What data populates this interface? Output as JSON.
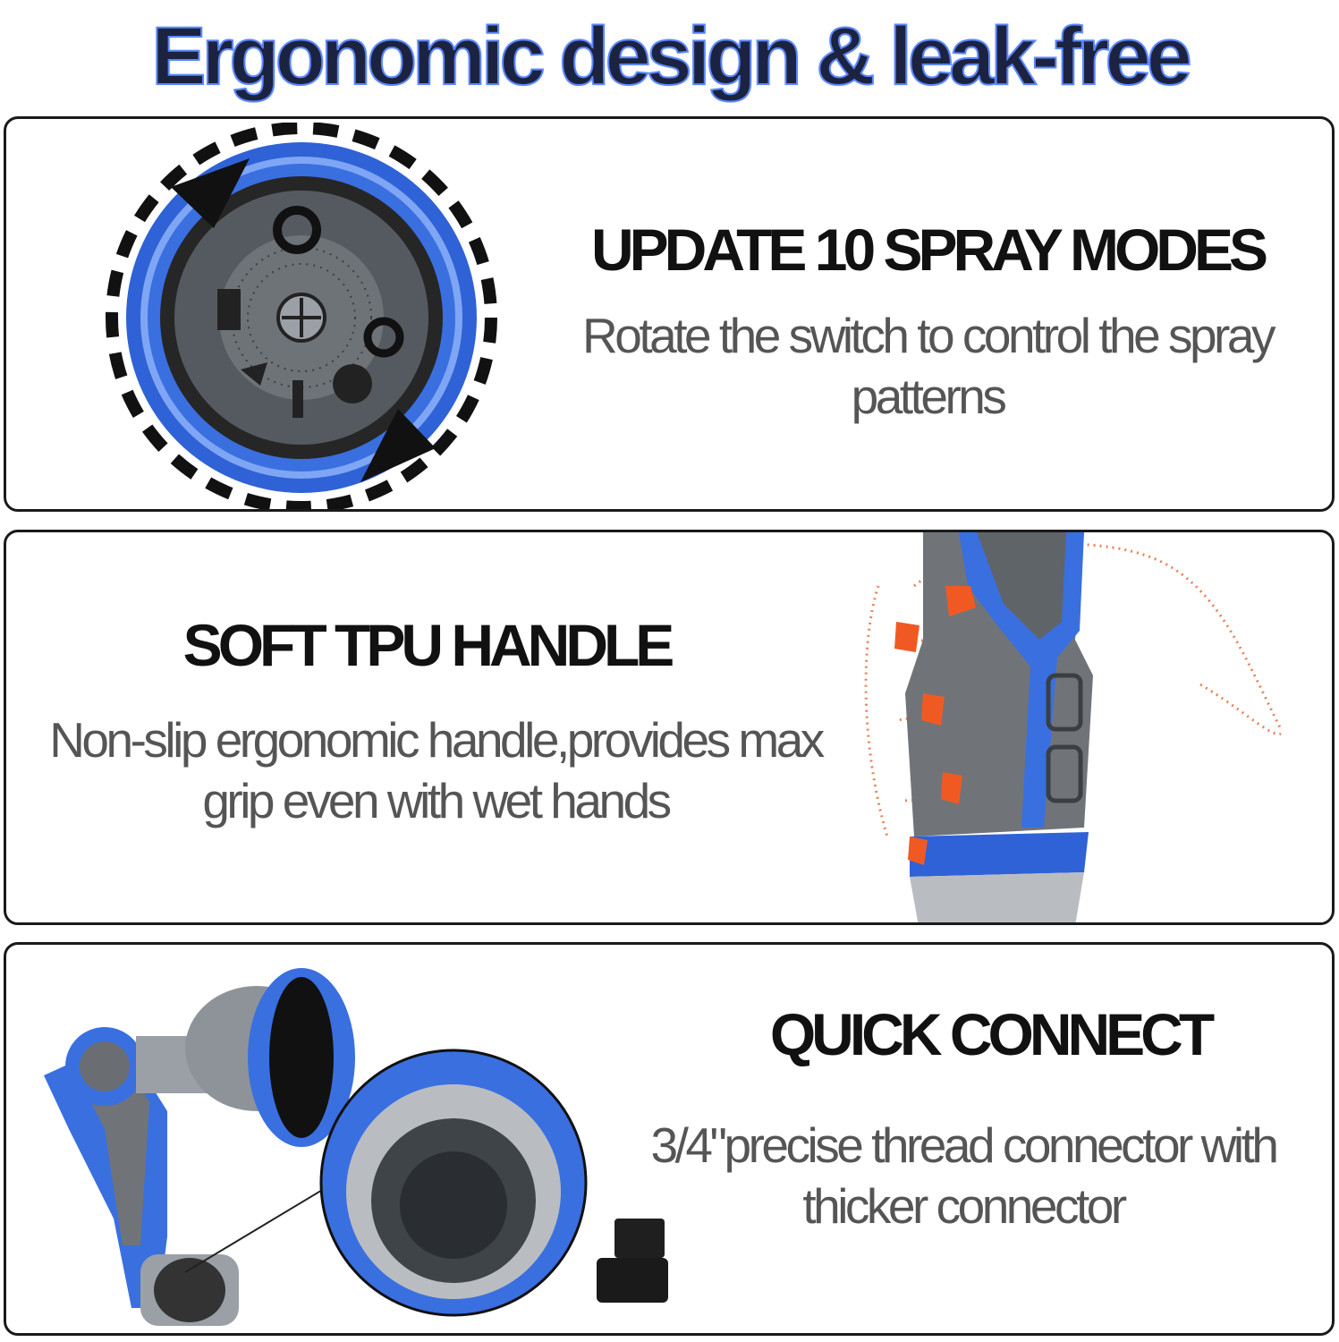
{
  "headline": "Ergonomic design & leak-free",
  "features": [
    {
      "title": "UPDATE 10 SPRAY MODES",
      "description": "Rotate the switch to control the spray patterns",
      "image_icon": "spray-dial-icon"
    },
    {
      "title": "SOFT TPU HANDLE",
      "description": "Non-slip ergonomic handle,provides max grip even with wet hands",
      "image_icon": "nozzle-handle-icon"
    },
    {
      "title": "QUICK CONNECT",
      "description": "3/4\"precise thread connector with thicker connector",
      "image_icon": "quick-connector-icon"
    }
  ],
  "colors": {
    "product_blue": "#3a6fe0",
    "product_gray": "#6f7378",
    "grip_orange": "#f05a22",
    "headline_ink": "#1b2340"
  }
}
